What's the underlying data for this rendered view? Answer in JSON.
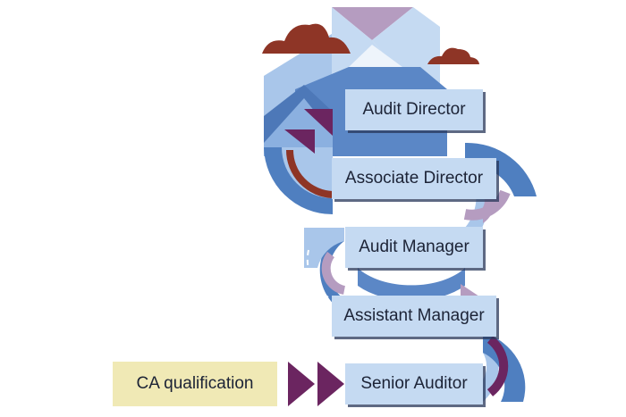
{
  "roles": {
    "audit_director": "Audit Director",
    "associate_director": "Associate Director",
    "audit_manager": "Audit Manager",
    "assistant_manager": "Assistant Manager",
    "senior_auditor": "Senior Auditor"
  },
  "entry": {
    "qualification": "CA qualification"
  },
  "colors": {
    "box_fill": "#c5daf2",
    "qualification_fill": "#f0e9b5",
    "path_blue": "#4f7fc0",
    "path_light_blue": "#a9c6ea",
    "path_lavender": "#b59cc0",
    "arrow_purple": "#6b2560",
    "cloud_red": "#8e3526"
  },
  "icons": [
    "cloud-icon",
    "mountain-icon",
    "chevron-arrow-icon",
    "curved-arrow-icon"
  ]
}
